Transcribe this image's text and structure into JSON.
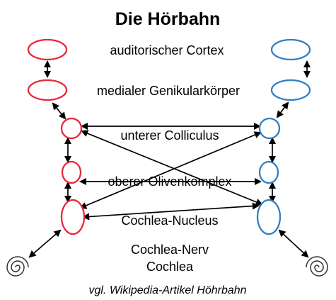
{
  "title": "Die Hörbahn",
  "levels": {
    "cortex": "auditorischer Cortex",
    "mgb": "medialer Genikularkörper",
    "ic": "unterer Colliculus",
    "soc": "oberer Olivenkomplex",
    "cn": "Cochlea-Nucleus",
    "nerve": "Cochlea-Nerv",
    "cochlea": "Cochlea"
  },
  "caption": "vgl. Wikipedia-Artikel Höhrbahn",
  "colors": {
    "left_side": "#e8283a",
    "right_side": "#2e7fc4",
    "arrows": "#000000",
    "text": "#000000"
  },
  "icons": {
    "left_cochlea": "spiral-cochlea-icon",
    "right_cochlea": "spiral-cochlea-icon"
  }
}
